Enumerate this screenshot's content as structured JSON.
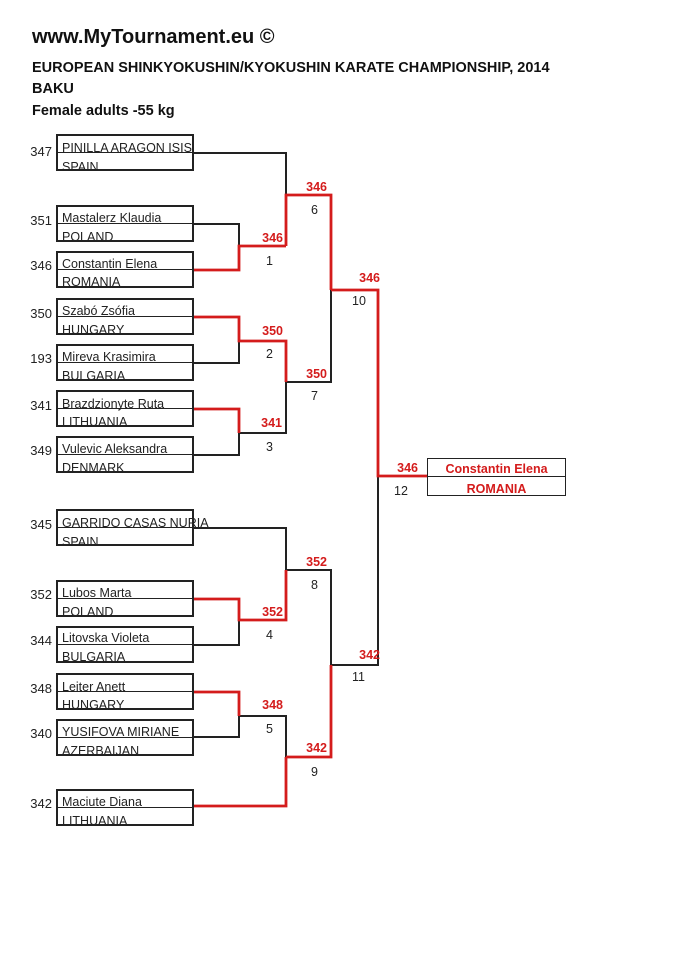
{
  "header": {
    "site": "www.MyTournament.eu ©",
    "title_line1": "EUROPEAN SHINKYOKUSHIN/KYOKUSHIN KARATE CHAMPIONSHIP, 2014",
    "title_line2": "BAKU",
    "division": "Female adults -55 kg"
  },
  "competitors": [
    {
      "seed": "347",
      "name": "PINILLA ARAGON ISIS",
      "country": "SPAIN"
    },
    {
      "seed": "351",
      "name": "Mastalerz Klaudia",
      "country": "POLAND"
    },
    {
      "seed": "346",
      "name": "Constantin Elena",
      "country": "ROMANIA"
    },
    {
      "seed": "350",
      "name": "Szabó Zsófia",
      "country": "HUNGARY"
    },
    {
      "seed": "193",
      "name": "Mireva Krasimira",
      "country": "BULGARIA"
    },
    {
      "seed": "341",
      "name": "Brazdzionyte Ruta",
      "country": "LITHUANIA"
    },
    {
      "seed": "349",
      "name": "Vulevic Aleksandra",
      "country": "DENMARK"
    },
    {
      "seed": "345",
      "name": "GARRIDO CASAS NURIA",
      "country": "SPAIN"
    },
    {
      "seed": "352",
      "name": "Lubos Marta",
      "country": "POLAND"
    },
    {
      "seed": "344",
      "name": "Litovska Violeta",
      "country": "BULGARIA"
    },
    {
      "seed": "348",
      "name": "Leiter Anett",
      "country": "HUNGARY"
    },
    {
      "seed": "340",
      "name": "YUSIFOVA MIRIANE",
      "country": "AZERBAIJAN"
    },
    {
      "seed": "342",
      "name": "Maciute Diana",
      "country": "LITHUANIA"
    }
  ],
  "bouts": [
    {
      "bout": "1",
      "winner": "346"
    },
    {
      "bout": "2",
      "winner": "350"
    },
    {
      "bout": "3",
      "winner": "341"
    },
    {
      "bout": "4",
      "winner": "352"
    },
    {
      "bout": "5",
      "winner": "348"
    },
    {
      "bout": "6",
      "winner": "346"
    },
    {
      "bout": "7",
      "winner": "350"
    },
    {
      "bout": "8",
      "winner": "352"
    },
    {
      "bout": "9",
      "winner": "342"
    },
    {
      "bout": "10",
      "winner": "346"
    },
    {
      "bout": "11",
      "winner": "342"
    },
    {
      "bout": "12",
      "winner": "346"
    }
  ],
  "champion": {
    "name": "Constantin Elena",
    "country": "ROMANIA"
  },
  "colors": {
    "winner": "#d41c1c",
    "line": "#222222"
  }
}
